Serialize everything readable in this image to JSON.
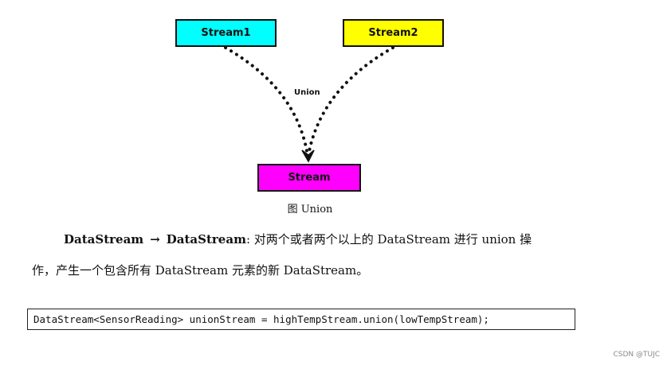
{
  "diagram": {
    "nodes": [
      {
        "id": "stream1",
        "label": "Stream1",
        "color": "#00ffff"
      },
      {
        "id": "stream2",
        "label": "Stream2",
        "color": "#ffff00"
      },
      {
        "id": "stream",
        "label": "Stream",
        "color": "#ff00ff"
      }
    ],
    "edge_label": "Union",
    "edges": [
      {
        "from": "stream1",
        "to": "stream",
        "style": "dotted",
        "arrow": true
      },
      {
        "from": "stream2",
        "to": "stream",
        "style": "dotted",
        "arrow": true
      }
    ]
  },
  "caption": "图 Union",
  "paragraph": {
    "term_from": "DataStream",
    "arrow": "→",
    "term_to": "DataStream",
    "line1_rest": ": 对两个或者两个以上的 DataStream 进行 union 操",
    "line2": "作，产生一个包含所有 DataStream 元素的新 DataStream。"
  },
  "code": "DataStream<SensorReading> unionStream = highTempStream.union(lowTempStream);",
  "watermark": "CSDN @TUJC"
}
